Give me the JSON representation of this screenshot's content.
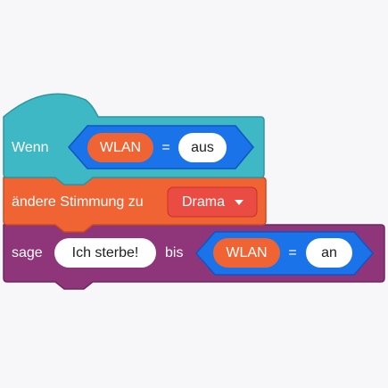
{
  "blocks": {
    "when": {
      "label": "Wenn",
      "condition": {
        "left": "WLAN",
        "operator": "=",
        "right": "aus"
      }
    },
    "mood": {
      "label": "ändere Stimmung zu",
      "dropdown_value": "Drama"
    },
    "say": {
      "label": "sage",
      "message": "Ich sterbe!",
      "until_label": "bis",
      "condition": {
        "left": "WLAN",
        "operator": "=",
        "right": "an"
      }
    }
  },
  "colors": {
    "event_block": "#3fb8c5",
    "looks_block": "#f06434",
    "say_block": "#8f3579",
    "condition_hex": "#1a73e8",
    "variable_pill": "#f06434",
    "dropdown": "#ea4b43",
    "input_pill": "#ffffff",
    "background": "#f7f7f9"
  }
}
